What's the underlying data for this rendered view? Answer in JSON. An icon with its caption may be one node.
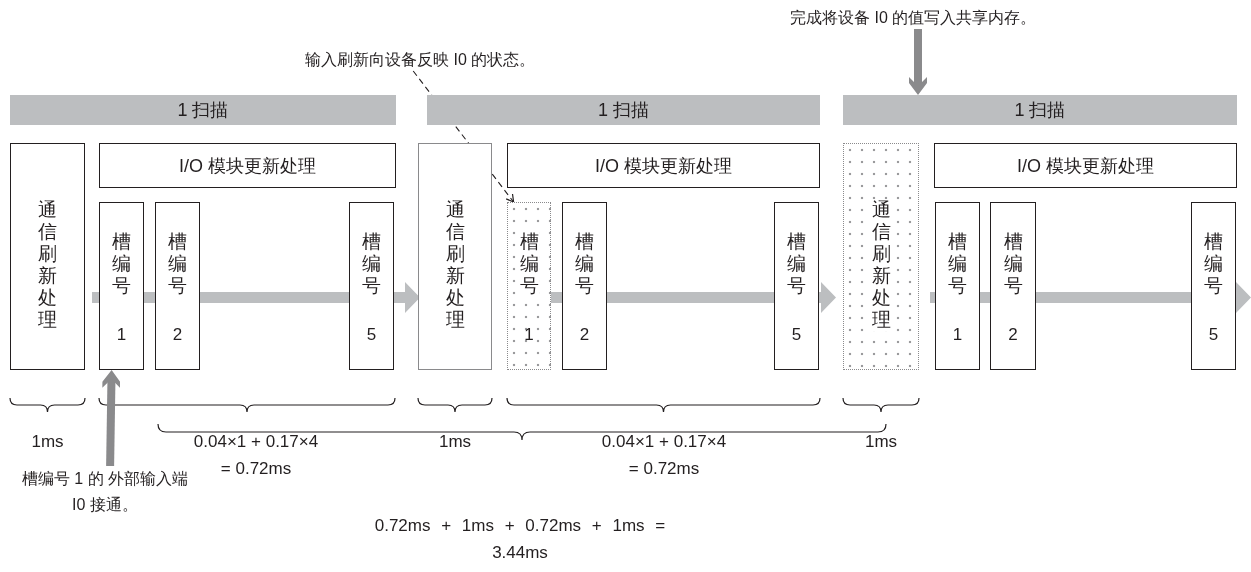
{
  "diagram": {
    "nodes": [
      {
        "text": [
          "1 扫描"
        ]
      },
      {
        "text": [
          "通信刷新处理"
        ]
      },
      {
        "text": [
          "I/O 模块更新处理"
        ]
      },
      {
        "text": [
          "槽编号",
          "1"
        ]
      },
      {
        "text": [
          "槽编号",
          "2"
        ]
      },
      {
        "text": [
          "槽编号",
          "5"
        ]
      },
      {
        "text": [
          "1 扫描"
        ]
      },
      {
        "text": [
          "通信刷新处理"
        ]
      },
      {
        "text": [
          "I/O 模块更新处理"
        ]
      },
      {
        "text": [
          "槽编号",
          "1"
        ]
      },
      {
        "text": [
          "槽编号",
          "2"
        ]
      },
      {
        "text": [
          "槽编号",
          "5"
        ]
      },
      {
        "text": [
          "1 扫描"
        ]
      },
      {
        "text": [
          "通信刷新处理"
        ]
      },
      {
        "text": [
          "I/O 模块更新处理"
        ]
      },
      {
        "text": [
          "槽编号",
          "1"
        ]
      },
      {
        "text": [
          "槽编号",
          "2"
        ]
      },
      {
        "text": [
          "槽编号",
          "5"
        ]
      },
      {
        "text": [
          "输入刷新向设备反映 I0 的状态。"
        ]
      },
      {
        "text": [
          "完成将设备 I0 的值写入共享内存。"
        ]
      },
      {
        "text": [
          "槽编号 1 的 外部输入端 I0 接通。"
        ]
      }
    ],
    "edges": [
      {
        "from": 18,
        "to": 9,
        "arrow": "to",
        "style": "dashed",
        "color": "#231f20"
      },
      {
        "from": 19,
        "to": 12,
        "arrow": "to"
      },
      {
        "from": 20,
        "to": 3,
        "arrow": "to"
      }
    ],
    "labels": [
      "1ms",
      "0.04×1 + 0.17×4 = 0.72ms",
      "1ms",
      "0.04×1 + 0.17×4 = 0.72ms",
      "1ms",
      "0.72ms + 1ms + 0.72ms + 1ms = 3.44ms"
    ]
  }
}
